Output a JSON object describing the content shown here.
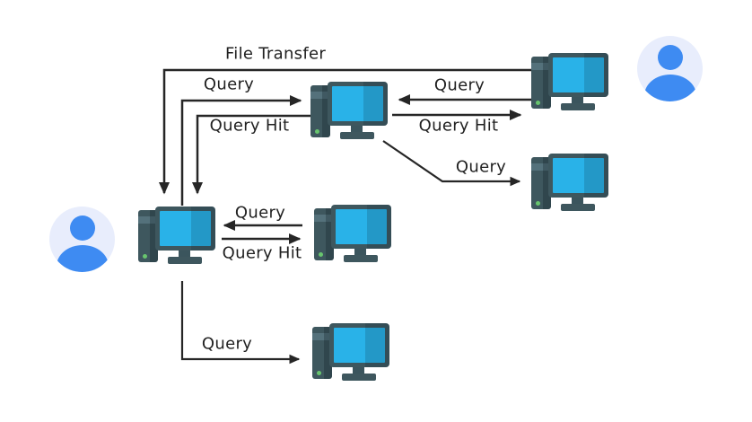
{
  "diagram": {
    "background_color": "#ffffff",
    "line_color": "#262626",
    "text_color": "#212121",
    "nodes": [
      {
        "id": "user-left",
        "type": "user-avatar"
      },
      {
        "id": "peer-left",
        "type": "computer"
      },
      {
        "id": "peer-top-center",
        "type": "computer"
      },
      {
        "id": "peer-top-right",
        "type": "computer"
      },
      {
        "id": "user-top-right",
        "type": "user-avatar"
      },
      {
        "id": "peer-mid-right",
        "type": "computer"
      },
      {
        "id": "peer-mid-center",
        "type": "computer"
      },
      {
        "id": "peer-bottom",
        "type": "computer"
      }
    ],
    "edges": [
      {
        "label": "File Transfer",
        "from": "peer-top-right",
        "to": "peer-left"
      },
      {
        "label": "Query",
        "from": "peer-left",
        "to": "peer-top-center"
      },
      {
        "label": "Query Hit",
        "from": "peer-top-center",
        "to": "peer-left"
      },
      {
        "label": "Query",
        "from": "peer-top-right",
        "to": "peer-top-center"
      },
      {
        "label": "Query Hit",
        "from": "peer-top-center",
        "to": "peer-top-right"
      },
      {
        "label": "Query",
        "from": "peer-top-center",
        "to": "peer-mid-right"
      },
      {
        "label": "Query",
        "from": "peer-mid-center",
        "to": "peer-left"
      },
      {
        "label": "Query Hit",
        "from": "peer-left",
        "to": "peer-mid-center"
      },
      {
        "label": "Query",
        "from": "peer-left",
        "to": "peer-bottom"
      }
    ],
    "icon_colors": {
      "chassis": "#3e575e",
      "chassis_band": "#54717b",
      "screen_blue": "#29b2e8",
      "screen_blue_dark": "#1d97d8",
      "led_green": "#68c56e",
      "avatar_background": "#e8edfc",
      "avatar_person": "#3e8bf2"
    }
  }
}
